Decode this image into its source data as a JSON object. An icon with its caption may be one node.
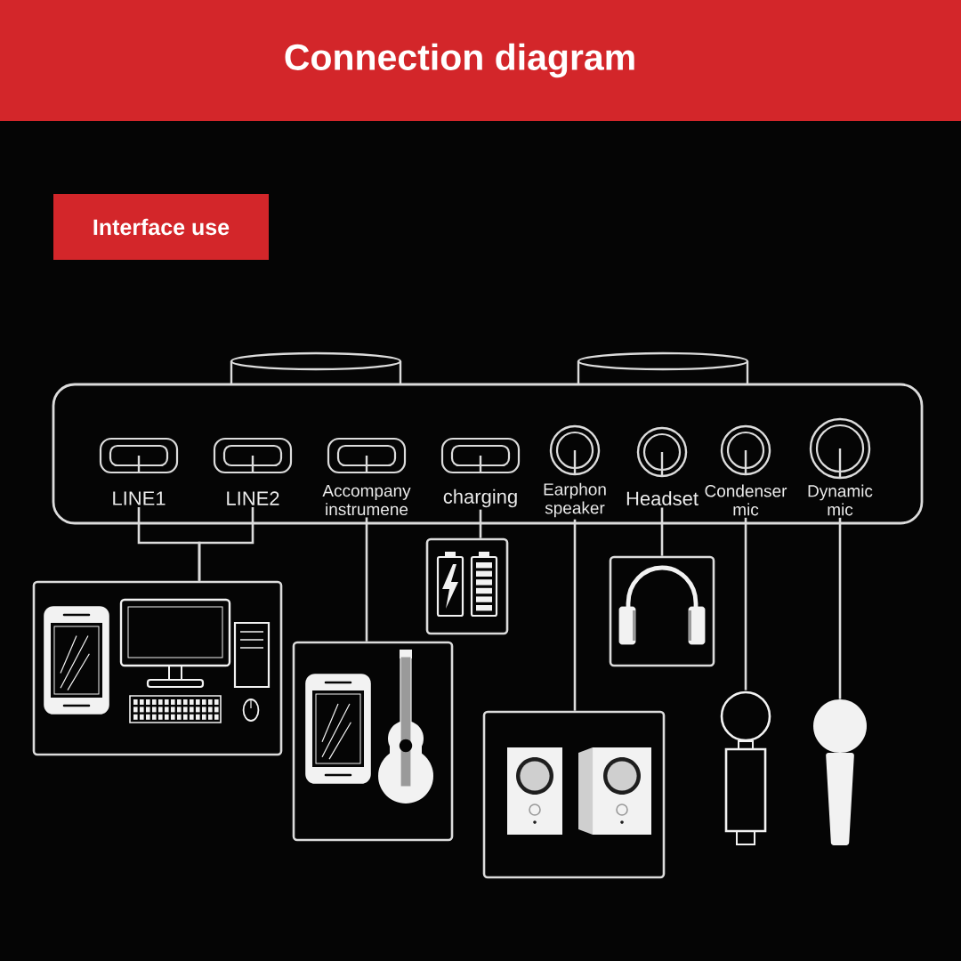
{
  "diagram": {
    "title": "Connection diagram",
    "nodes": [
      {
        "text": [
          "Interface use"
        ]
      },
      {
        "text": [],
        "shape": "box"
      },
      {
        "text": [
          "LINE1"
        ],
        "in": 1
      },
      {
        "text": [
          "LINE2"
        ],
        "in": 1
      },
      {
        "text": [
          "Accompany instrumene"
        ],
        "in": 1
      },
      {
        "text": [
          "charging"
        ],
        "in": 1
      },
      {
        "text": [
          "Earphon speaker"
        ],
        "in": 1
      },
      {
        "text": [
          "Headset"
        ],
        "in": 1
      },
      {
        "text": [
          "Condenser mic"
        ],
        "in": 1
      },
      {
        "text": [
          "Dynamic mic"
        ],
        "in": 1
      },
      {
        "text": [],
        "shape": "picture"
      },
      {
        "text": [],
        "shape": "picture"
      },
      {
        "text": [],
        "shape": "picture"
      },
      {
        "text": [],
        "shape": "picture"
      },
      {
        "text": [],
        "shape": "picture"
      },
      {
        "text": [],
        "shape": "picture"
      },
      {
        "text": [],
        "shape": "picture"
      }
    ],
    "edges": [
      {
        "from": 2,
        "to": 10,
        "arrow": "none"
      },
      {
        "from": 3,
        "to": 10,
        "arrow": "none"
      },
      {
        "from": 4,
        "to": 11,
        "arrow": "none"
      },
      {
        "from": 5,
        "to": 12,
        "arrow": "none"
      },
      {
        "from": 6,
        "to": 13,
        "arrow": "none"
      },
      {
        "from": 7,
        "to": 14,
        "arrow": "none"
      },
      {
        "from": 8,
        "to": 15,
        "arrow": "none"
      },
      {
        "from": 9,
        "to": 16,
        "arrow": "none"
      }
    ]
  }
}
